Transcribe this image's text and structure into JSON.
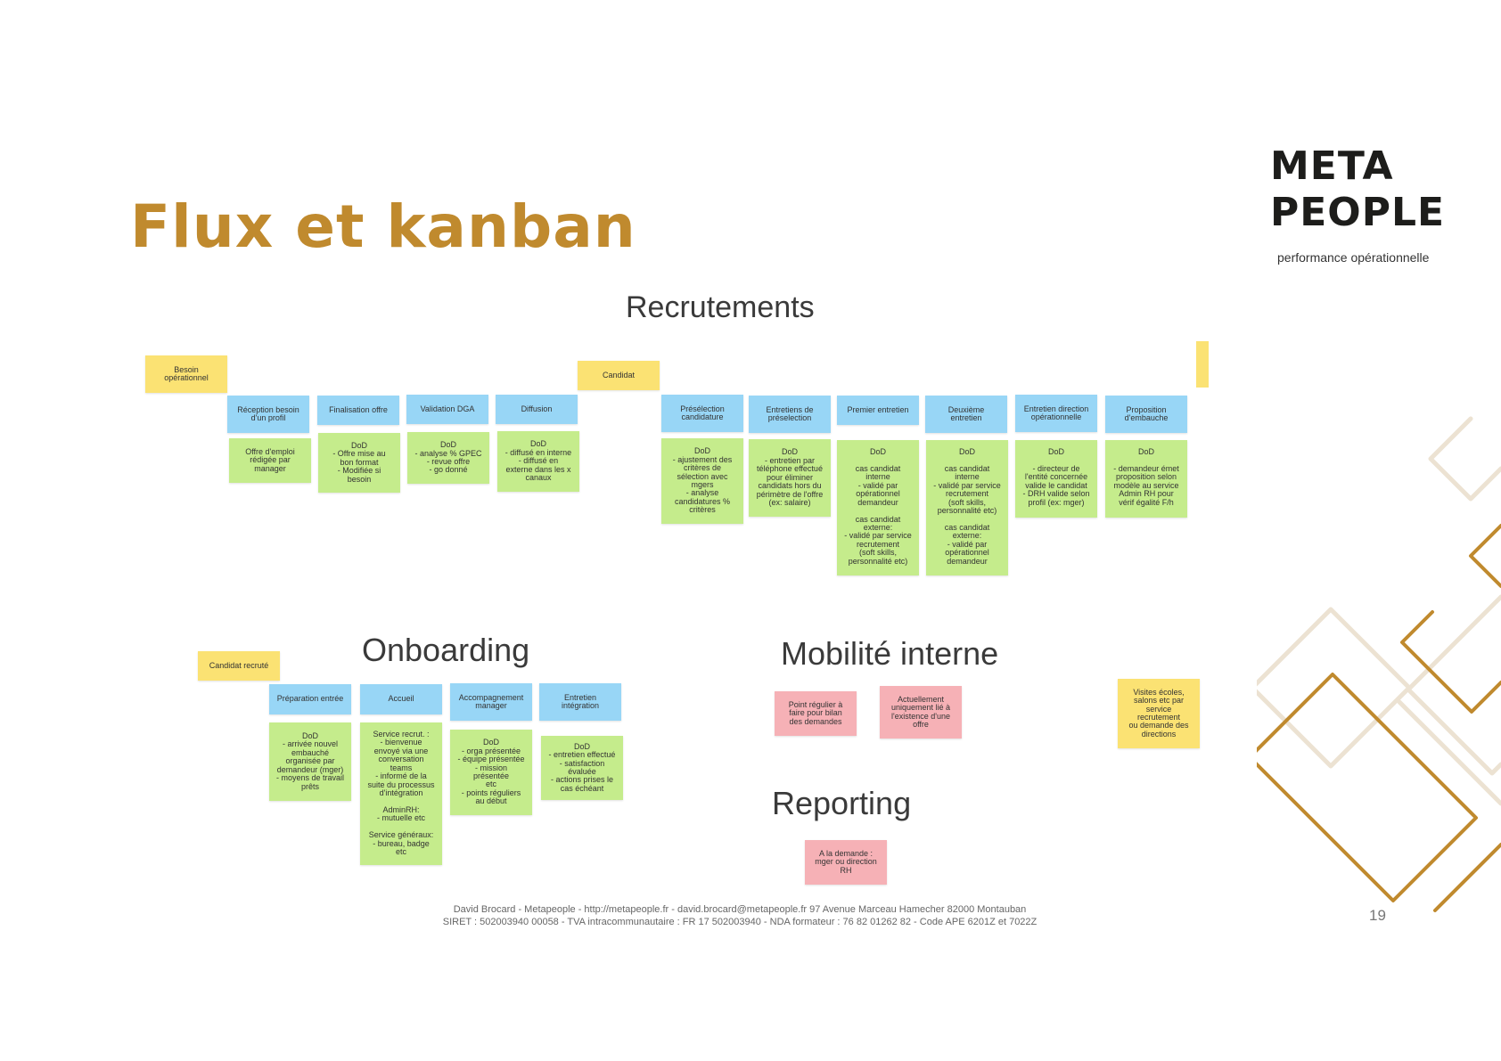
{
  "page": {
    "title": "Flux et kanban",
    "page_number": "19",
    "footer_line1": "David Brocard - Metapeople - http://metapeople.fr - david.brocard@metapeople.fr 97 Avenue Marceau Hamecher 82000 Montauban",
    "footer_line2": "SIRET : 502003940 00058 - TVA intracommunautaire : FR 17 502003940 - NDA formateur : 76 82 01262 82 - Code APE 6201Z et 7022Z"
  },
  "logo": {
    "line1": "META",
    "line2": "PEOPLE",
    "tagline": "performance opérationnelle",
    "accent_color": "#c08a2e"
  },
  "colors": {
    "title": "#c08a2e",
    "sticky_yellow": "#fbe273",
    "sticky_blue": "#98d6f6",
    "sticky_green": "#c5ec8c",
    "sticky_pink": "#f6b1b6"
  },
  "sections": {
    "recrutements": "Recrutements",
    "onboarding": "Onboarding",
    "mobilite": "Mobilité interne",
    "reporting": "Reporting"
  },
  "recrutement": {
    "besoin": "Besoin\nopérationnel",
    "candidat": "Candidat",
    "columns_left": [
      {
        "header": "Réception besoin\nd'un profil",
        "dod": "Offre d'emploi\nrédigée par\nmanager"
      },
      {
        "header": "Finalisation offre",
        "dod": "DoD\n- Offre mise au\nbon format\n- Modifiée si\nbesoin"
      },
      {
        "header": "Validation DGA",
        "dod": "DoD\n- analyse % GPEC\n- revue offre\n- go donné"
      },
      {
        "header": "Diffusion",
        "dod": "DoD\n- diffusé en interne\n- diffusé en\nexterne dans les x\ncanaux"
      }
    ],
    "columns_right": [
      {
        "header": "Présélection\ncandidature",
        "dod": "DoD\n- ajustement des\ncritères de\nsélection avec\nmgers\n- analyse\ncandidatures %\ncritères"
      },
      {
        "header": "Entretiens de\npréselection",
        "dod": "DoD\n- entretien par\ntéléphone effectué\npour éliminer\ncandidats hors du\npérimètre de l'offre\n(ex: salaire)"
      },
      {
        "header": "Premier entretien",
        "dod": "DoD\n\ncas candidat\ninterne\n- validé par\nopérationnel\ndemandeur\n\ncas candidat\nexterne:\n- validé par service\nrecrutement\n(soft skills,\npersonnalité etc)"
      },
      {
        "header": "Deuxième\nentretien",
        "dod": "DoD\n\ncas candidat\ninterne\n- validé par service\nrecrutement\n(soft skills,\npersonnalité etc)\n\ncas candidat\nexterne:\n- validé par\nopérationnel\ndemandeur"
      },
      {
        "header": "Entretien direction\nopérationnelle",
        "dod": "DoD\n\n- directeur de\nl'entité concernée\nvalide le candidat\n- DRH valide selon\nprofil (ex: mger)"
      },
      {
        "header": "Proposition\nd'embauche",
        "dod": "DoD\n\n- demandeur émet\nproposition selon\nmodèle au service\nAdmin RH pour\nvérif égalité F/h"
      }
    ]
  },
  "onboarding": {
    "candidat": "Candidat recruté",
    "columns": [
      {
        "header": "Préparation entrée",
        "dod": "DoD\n- arrivée nouvel\nembauché\norganisée par\ndemandeur (mger)\n- moyens de travail\nprêts"
      },
      {
        "header": "Accueil",
        "dod": "Service recrut. :\n- bienvenue\nenvoyé via une\nconversation\nteams\n- informé de la\nsuite du processus\nd'intégration\n\nAdminRH:\n- mutuelle etc\n\nService généraux:\n- bureau, badge\netc"
      },
      {
        "header": "Accompagnement\nmanager",
        "dod": "DoD\n- orga présentée\n- équipe présentée\n- mission\nprésentée\netc\n- points réguliers\nau début"
      },
      {
        "header": "Entretien\nintégration",
        "dod": "DoD\n- entretien effectué\n- satisfaction\névaluée\n- actions prises le\ncas échéant"
      }
    ]
  },
  "mobilite": {
    "note1": "Point régulier à\nfaire pour bilan\ndes demandes",
    "note2": "Actuellement\nuniquement lié à\nl'existence d'une\noffre"
  },
  "reporting": {
    "note": "A la demande :\nmger ou direction\nRH"
  },
  "side_note": "Visites écoles,\nsalons etc par\nservice\nrecrutement\nou demande des\ndirections"
}
